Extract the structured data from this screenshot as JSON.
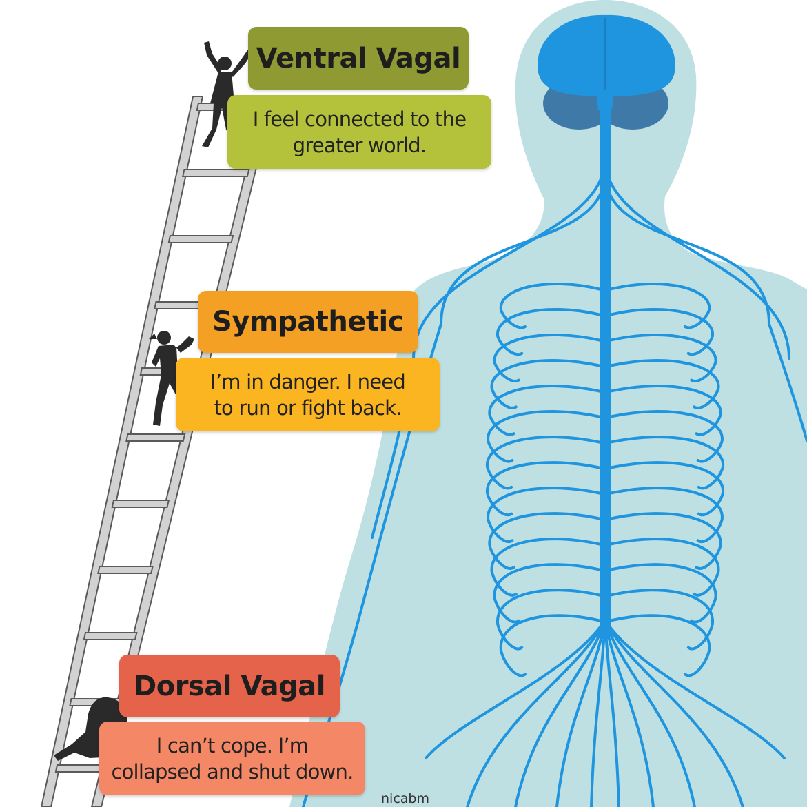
{
  "states": [
    {
      "title": "Ventral Vagal",
      "lines": [
        "I feel connected to the",
        "greater world."
      ],
      "title_color": "#8f9a32",
      "desc_color": "#b3c23a"
    },
    {
      "title": "Sympathetic",
      "lines": [
        "I’m in danger.  I need",
        "to run or fight back."
      ],
      "title_color": "#f3a024",
      "desc_color": "#fbb521"
    },
    {
      "title": "Dorsal Vagal",
      "lines": [
        "I can’t cope.  I’m",
        "collapsed and shut down."
      ],
      "title_color": "#e4634a",
      "desc_color": "#f48766"
    }
  ],
  "credit": "nicabm",
  "colors": {
    "body_fill": "#bfe0e2",
    "nerve": "#1f95df",
    "brain": "#1f95df",
    "cerebellum": "#3f79a7",
    "ladder": "#d2d2d2",
    "ladder_edge": "#5a5a5a",
    "silhouette": "#2a2a2a"
  },
  "icons": [
    "ladder",
    "person-arms-raised-icon",
    "person-fighting-icon",
    "person-collapsed-icon",
    "brain-icon",
    "human-body-outline",
    "spinal-cord",
    "nerve-branches"
  ]
}
